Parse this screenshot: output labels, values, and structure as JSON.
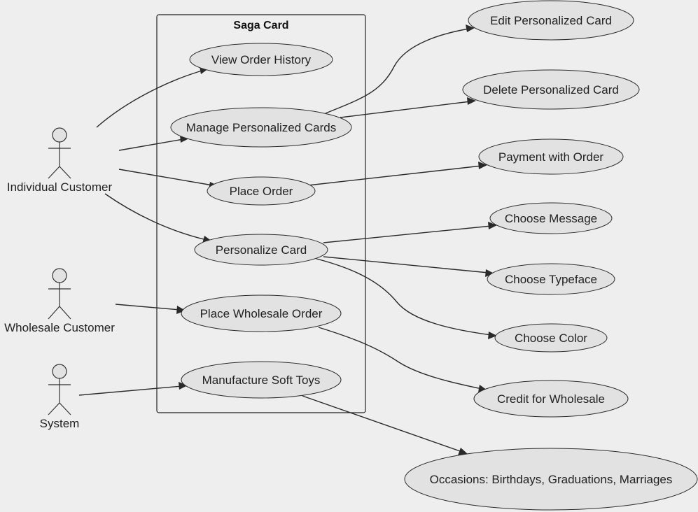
{
  "system": {
    "title": "Saga Card"
  },
  "actors": {
    "individual": "Individual Customer",
    "wholesale": "Wholesale Customer",
    "system": "System"
  },
  "use_cases": {
    "view_order_history": "View Order History",
    "manage_personalized_cards": "Manage Personalized Cards",
    "place_order": "Place Order",
    "personalize_card": "Personalize Card",
    "place_wholesale_order": "Place Wholesale Order",
    "manufacture_soft_toys": "Manufacture Soft Toys",
    "edit_personalized_card": "Edit Personalized Card",
    "delete_personalized_card": "Delete Personalized Card",
    "payment_with_order": "Payment with Order",
    "choose_message": "Choose Message",
    "choose_typeface": "Choose Typeface",
    "choose_color": "Choose Color",
    "credit_for_wholesale": "Credit for Wholesale",
    "occasions": "Occasions: Birthdays, Graduations, Marriages"
  }
}
